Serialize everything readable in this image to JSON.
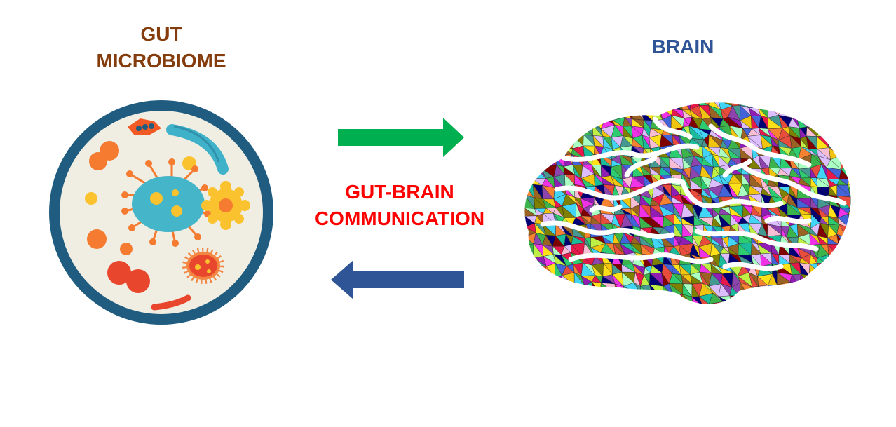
{
  "colors": {
    "gut_label": "#843C0C",
    "brain_label": "#2F5597",
    "comm_label": "#FF0000",
    "arrow_right": "#00B050",
    "arrow_left": "#2F5597",
    "dish_rim": "#1F5C7F",
    "dish_fill": "#F0EDE2"
  },
  "gut_microbiome": {
    "line1": "GUT",
    "line2": "MICROBIOME",
    "icon": "petri-dish-microbes"
  },
  "brain": {
    "title": "BRAIN",
    "icon": "low-poly-brain"
  },
  "communication": {
    "line1": "GUT-BRAIN",
    "line2": "COMMUNICATION"
  },
  "arrows": {
    "to_brain": "arrow-right",
    "to_gut": "arrow-left"
  }
}
